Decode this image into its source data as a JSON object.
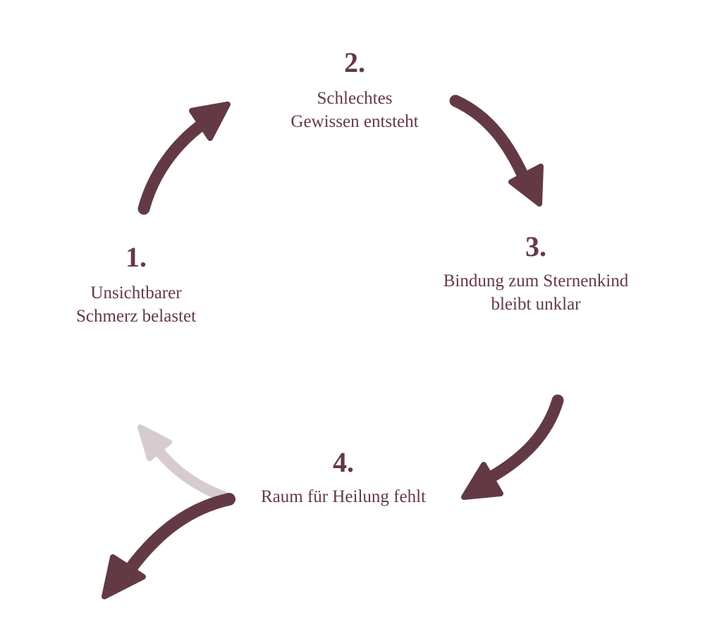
{
  "diagram": {
    "type": "cycle",
    "colors": {
      "primary": "#633a44",
      "faded": "#d6cbcf",
      "background": "#ffffff"
    },
    "steps": [
      {
        "number": "1.",
        "lines": [
          "Unsichtbarer",
          "Schmerz belastet"
        ]
      },
      {
        "number": "2.",
        "lines": [
          "Schlechtes",
          "Gewissen entsteht"
        ]
      },
      {
        "number": "3.",
        "lines": [
          "Bindung zum Sternenkind",
          "bleibt unklar"
        ]
      },
      {
        "number": "4.",
        "lines": [
          "Raum für Heilung fehlt"
        ]
      }
    ],
    "arrows": [
      {
        "from": "1",
        "to": "2",
        "style": "solid"
      },
      {
        "from": "2",
        "to": "3",
        "style": "solid"
      },
      {
        "from": "3",
        "to": "4",
        "style": "solid"
      },
      {
        "from": "4",
        "to": "1",
        "style": "faded"
      },
      {
        "from": "4",
        "to": "outside",
        "style": "solid"
      }
    ]
  }
}
